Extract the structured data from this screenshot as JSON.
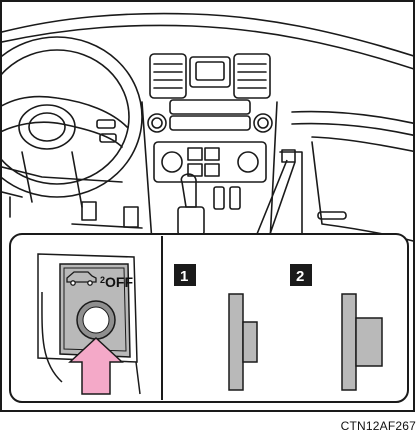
{
  "figure_code": "CTN12AF267",
  "switch_label": "OFF",
  "switch_superscript": "2",
  "markers": [
    "1",
    "2"
  ],
  "colors": {
    "line": "#1a1a1a",
    "panel_gray": "#b9b9b9",
    "button_gray": "#8f8f8f",
    "arrow_pink": "#f4a9c8",
    "marker_bg": "#1a1a1a"
  }
}
